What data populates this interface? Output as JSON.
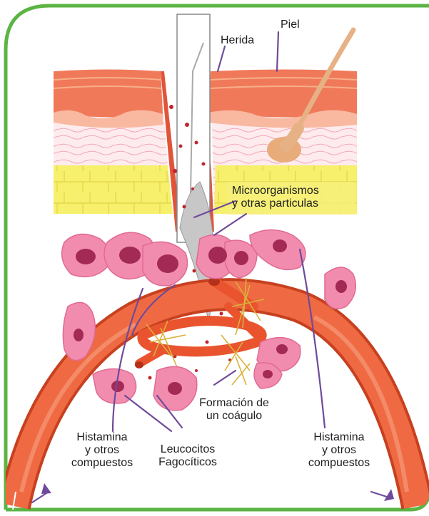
{
  "labels": {
    "piel": "Piel",
    "herida": "Herida",
    "microorganismos": [
      "Microorganismos",
      "y otras particulas"
    ],
    "coagulo": [
      "Formación de",
      "un coágulo"
    ],
    "histamina_left": [
      "Histamina",
      "y otros",
      "compuestos"
    ],
    "histamina_right": [
      "Histamina",
      "y otros",
      "compuestos"
    ],
    "leucocitos": [
      "Leucocitos",
      "Fagocíticos"
    ]
  },
  "colors": {
    "frame": "#5bb443",
    "skin_top": "#f0795a",
    "skin_mid": "#f9b8a0",
    "dermis": "#fde9ea",
    "fat": "#f4ef6a",
    "vessel": "#e9542e",
    "cell": "#f28cae",
    "nucleus": "#a32a55",
    "fibrin": "#d9b23a",
    "pointer": "#6f4a9a",
    "label_bg": "#f6f07a"
  }
}
